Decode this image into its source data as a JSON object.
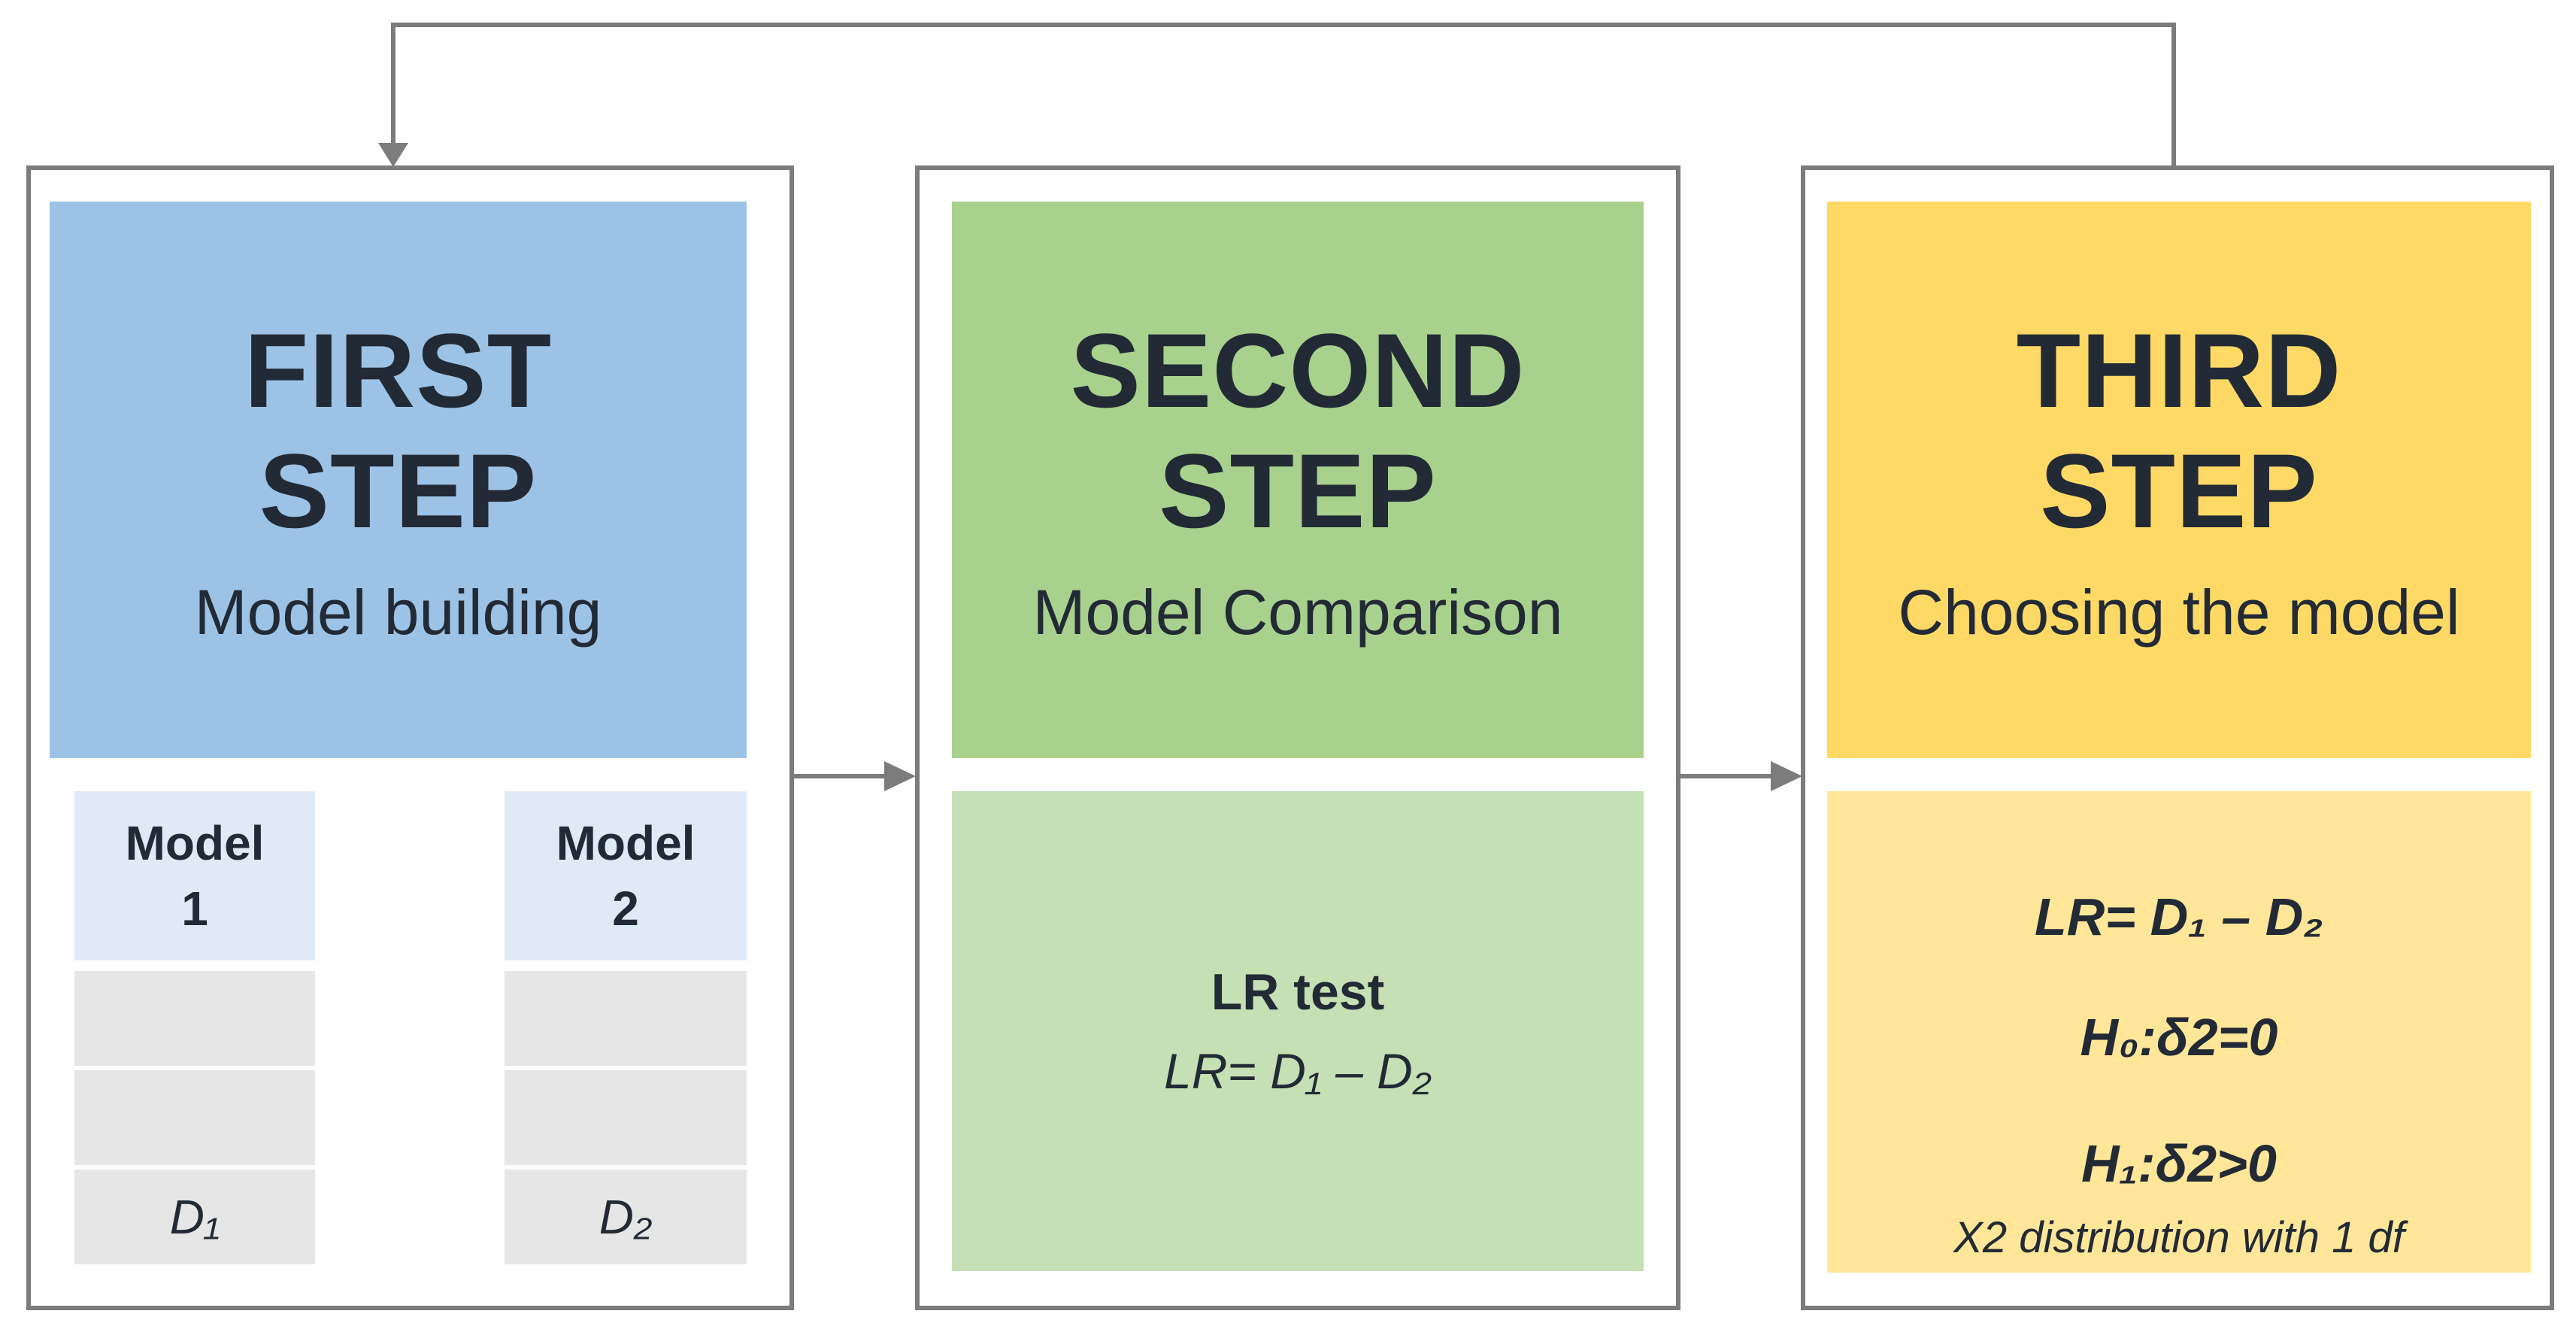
{
  "diagram_colors": {
    "background": "#ffffff",
    "connector_gray": "#7C7C7C",
    "text_navy": "#222A35",
    "step1_header": "#9CC3E5",
    "step1_cell_header": "#DEEAF6",
    "step1_cell_row": "#E7E6E6",
    "step2_header": "#A8D18D",
    "step2_panel": "#C5E0B4",
    "step3_header": "#FFD965",
    "step3_panel": "#FFE699"
  },
  "steps": [
    {
      "title": "FIRST\nSTEP",
      "subtitle": "Model building",
      "table": {
        "columns": [
          {
            "header": "Model\n1",
            "rows": [
              "",
              "",
              "D₁"
            ]
          },
          {
            "header": "Model\n2",
            "rows": [
              "",
              "",
              "D₂"
            ]
          }
        ]
      }
    },
    {
      "title": "SECOND\nSTEP",
      "subtitle": "Model Comparison",
      "panel": {
        "heading": "LR test",
        "formula": "LR= D₁ – D₂"
      }
    },
    {
      "title": "THIRD\nSTEP",
      "subtitle": "Choosing the model",
      "panel": {
        "lines": [
          "LR= D₁ – D₂",
          "H₀:δ2=0",
          "H₁:δ2>0",
          "X2 distribution with 1 df"
        ]
      }
    }
  ]
}
